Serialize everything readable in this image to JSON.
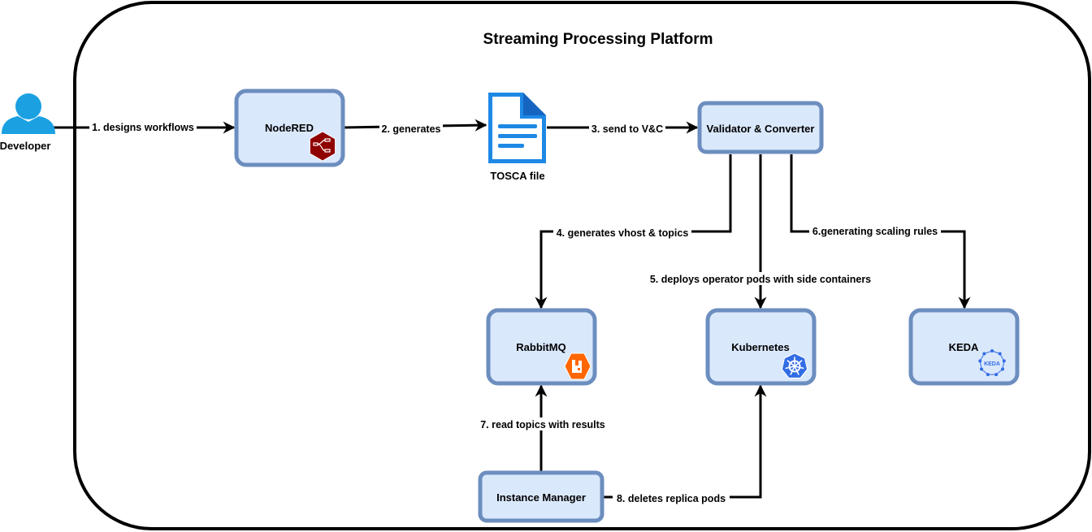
{
  "title": "Streaming Processing Platform",
  "nodes": {
    "developer": "Developer",
    "nodered": "NodeRED",
    "tosca": "TOSCA file",
    "validator": "Validator & Converter",
    "rabbitmq": "RabbitMQ",
    "kubernetes": "Kubernetes",
    "keda": "KEDA",
    "instance_manager": "Instance Manager"
  },
  "edges": {
    "e1": "1. designs workflows",
    "e2": "2. generates",
    "e3": "3. send to V&C",
    "e4": "4. generates vhost & topics",
    "e5": "5. deploys operator pods with side containers",
    "e6": "6.generating scaling rules",
    "e7": "7. read topics with results",
    "e8": "8. deletes replica pods"
  },
  "icons": {
    "developer": "user-icon",
    "nodered": "nodered-logo-icon",
    "tosca": "document-icon",
    "rabbitmq": "rabbitmq-logo-icon",
    "kubernetes": "kubernetes-logo-icon",
    "keda": "keda-logo-icon",
    "keda_logo_text": "KEDA"
  },
  "colors": {
    "node_fill": "#dae8fc",
    "node_stroke": "#6c8ebf",
    "user": "#1ba1e2",
    "nodered": "#8f0000",
    "rabbitmq": "#ff6600",
    "kubernetes": "#326ce5",
    "keda": "#326ce5"
  }
}
